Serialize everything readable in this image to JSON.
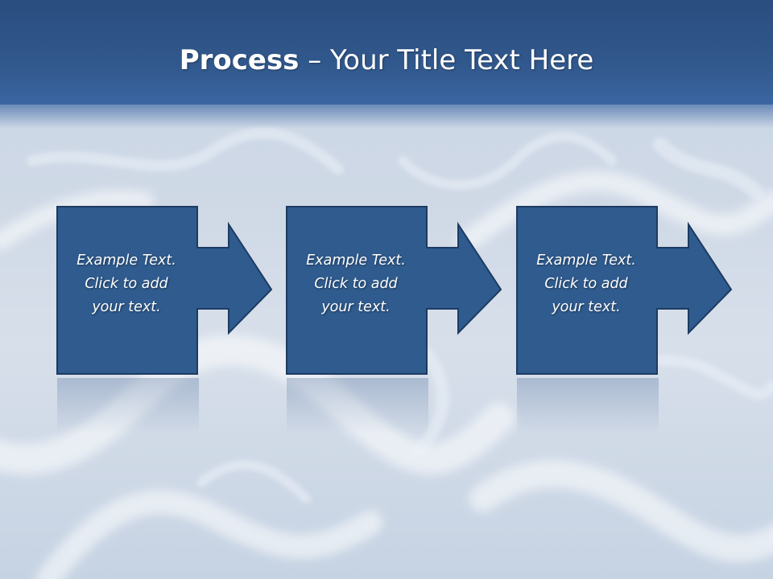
{
  "slide": {
    "title_bold": "Process",
    "title_rest": " – Your Title Text Here"
  },
  "steps": [
    {
      "line1": "Example Text.",
      "line2": "Click  to add",
      "line3": "your text."
    },
    {
      "line1": "Example Text.",
      "line2": "Click  to add",
      "line3": "your text."
    },
    {
      "line1": "Example Text.",
      "line2": "Click  to add",
      "line3": "your text."
    }
  ],
  "colors": {
    "title_bar": "#2a4d7f",
    "step_fill": "#2f5b8e",
    "step_border": "#1d3b61",
    "title_text": "#ffffff"
  }
}
